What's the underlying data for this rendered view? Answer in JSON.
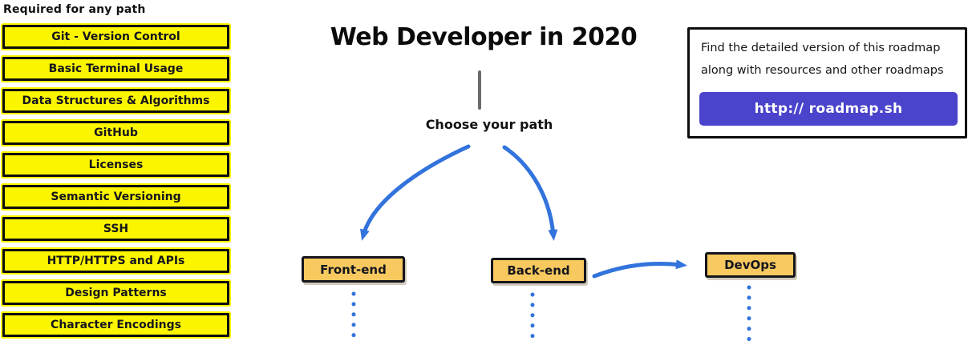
{
  "left_panel": {
    "header": "Required for any path",
    "items": [
      "Git - Version Control",
      "Basic Terminal Usage",
      "Data Structures & Algorithms",
      "GitHub",
      "Licenses",
      "Semantic Versioning",
      "SSH",
      "HTTP/HTTPS and APIs",
      "Design Patterns",
      "Character Encodings"
    ]
  },
  "center": {
    "title": "Web Developer in 2020",
    "choose_label": "Choose your path",
    "paths": [
      {
        "label": "Front-end"
      },
      {
        "label": "Back-end"
      },
      {
        "label": "DevOps"
      }
    ]
  },
  "info_box": {
    "line1": "Find the detailed version of this roadmap",
    "line2": "along with resources and other roadmaps",
    "button_label": "http:// roadmap.sh"
  },
  "colors": {
    "required_box_bg": "#fbf600",
    "path_box_bg": "#f7c95f",
    "arrow_blue": "#3273dc",
    "button_purple": "#4a43cb",
    "line_gray": "#6b6b6b"
  }
}
